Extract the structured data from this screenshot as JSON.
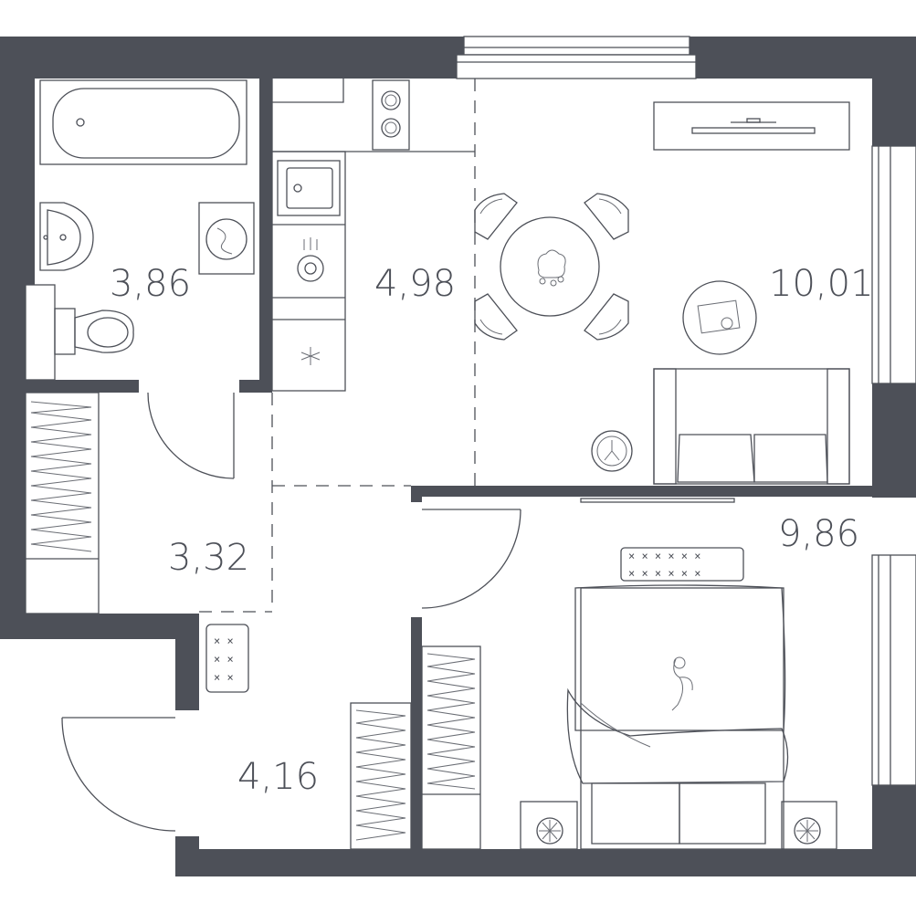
{
  "plan": {
    "rooms": [
      {
        "id": "bathroom",
        "area": "3,86"
      },
      {
        "id": "kitchen",
        "area": "4,98"
      },
      {
        "id": "living",
        "area": "10,01"
      },
      {
        "id": "corridor",
        "area": "3,32"
      },
      {
        "id": "bedroom",
        "area": "9,86"
      },
      {
        "id": "hall",
        "area": "4,16"
      }
    ],
    "colors": {
      "wall": "#4d5058",
      "background": "#ffffff"
    }
  }
}
